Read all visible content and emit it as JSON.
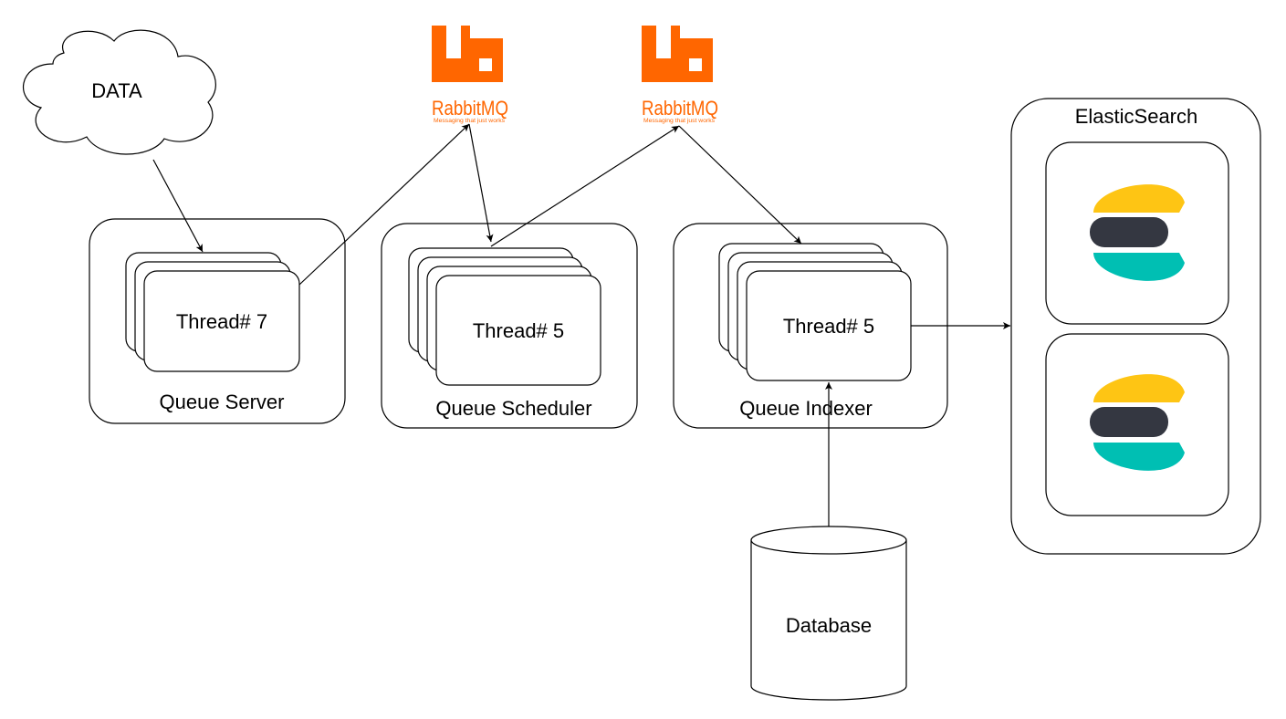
{
  "cloud": {
    "label": "DATA"
  },
  "queues": [
    {
      "label": "Queue Server",
      "thread_label": "Thread# 7"
    },
    {
      "label": "Queue Scheduler",
      "thread_label": "Thread# 5"
    },
    {
      "label": "Queue Indexer",
      "thread_label": "Thread# 5"
    }
  ],
  "brokers": [
    {
      "name": "RabbitMQ",
      "tagline": "Messaging that just works",
      "color": "#ff6600"
    },
    {
      "name": "RabbitMQ",
      "tagline": "Messaging that just works",
      "color": "#ff6600"
    }
  ],
  "elasticsearch": {
    "label": "ElasticSearch",
    "nodes": 2,
    "logo_colors": {
      "top": "#fec514",
      "middle": "#343741",
      "bottom": "#00bfb3"
    }
  },
  "database": {
    "label": "Database"
  },
  "edges": [
    {
      "from": "cloud",
      "to": "queue-server"
    },
    {
      "from": "queue-server",
      "to": "rabbitmq-1"
    },
    {
      "from": "rabbitmq-1",
      "to": "queue-scheduler"
    },
    {
      "from": "queue-scheduler",
      "to": "rabbitmq-2"
    },
    {
      "from": "rabbitmq-2",
      "to": "queue-indexer"
    },
    {
      "from": "queue-indexer",
      "to": "elasticsearch"
    },
    {
      "from": "database",
      "to": "queue-indexer"
    }
  ]
}
